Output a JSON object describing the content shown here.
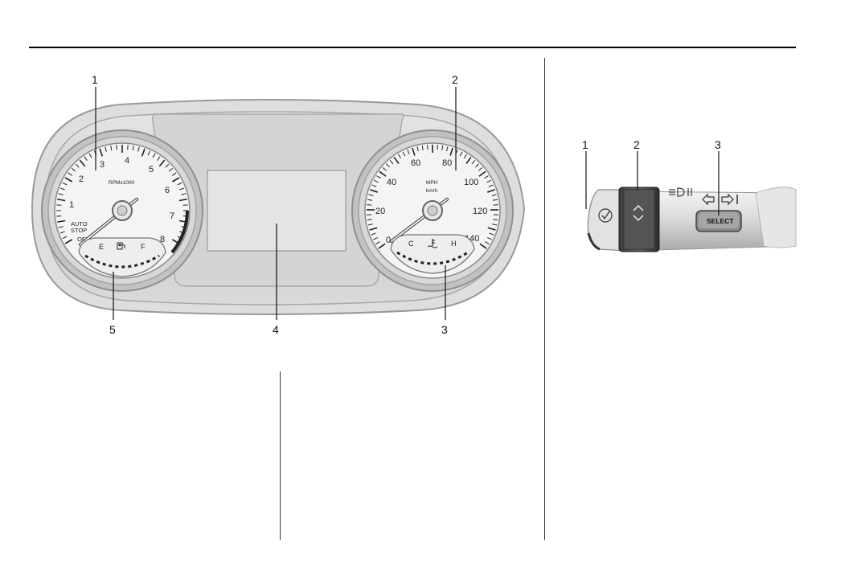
{
  "instrument_cluster": {
    "callouts": [
      "1",
      "2",
      "3",
      "4",
      "5"
    ],
    "tachometer": {
      "numbers": [
        "1",
        "2",
        "3",
        "4",
        "5",
        "6",
        "7",
        "8"
      ],
      "unit_label": "RPMx1000",
      "auto_stop_label_line1": "AUTO",
      "auto_stop_label_line2": "STOP",
      "off_label": "OFF"
    },
    "fuel_gauge": {
      "empty_label": "E",
      "full_label": "F",
      "icon": "fuel-pump-icon"
    },
    "speedometer": {
      "numbers": [
        "0",
        "20",
        "40",
        "60",
        "80",
        "100",
        "120",
        "140"
      ],
      "unit_label_1": "MPH",
      "unit_label_2": "km/h"
    },
    "temp_gauge": {
      "cold_label": "C",
      "hot_label": "H",
      "icon": "coolant-temperature-icon"
    }
  },
  "stalk_control": {
    "callouts": [
      "1",
      "2",
      "3"
    ],
    "select_button_label": "SELECT",
    "icons": [
      "checkmark-icon",
      "thumbwheel-up-down-icon",
      "headlamp-icon",
      "arrow-left-icon",
      "arrow-right-icon"
    ]
  }
}
